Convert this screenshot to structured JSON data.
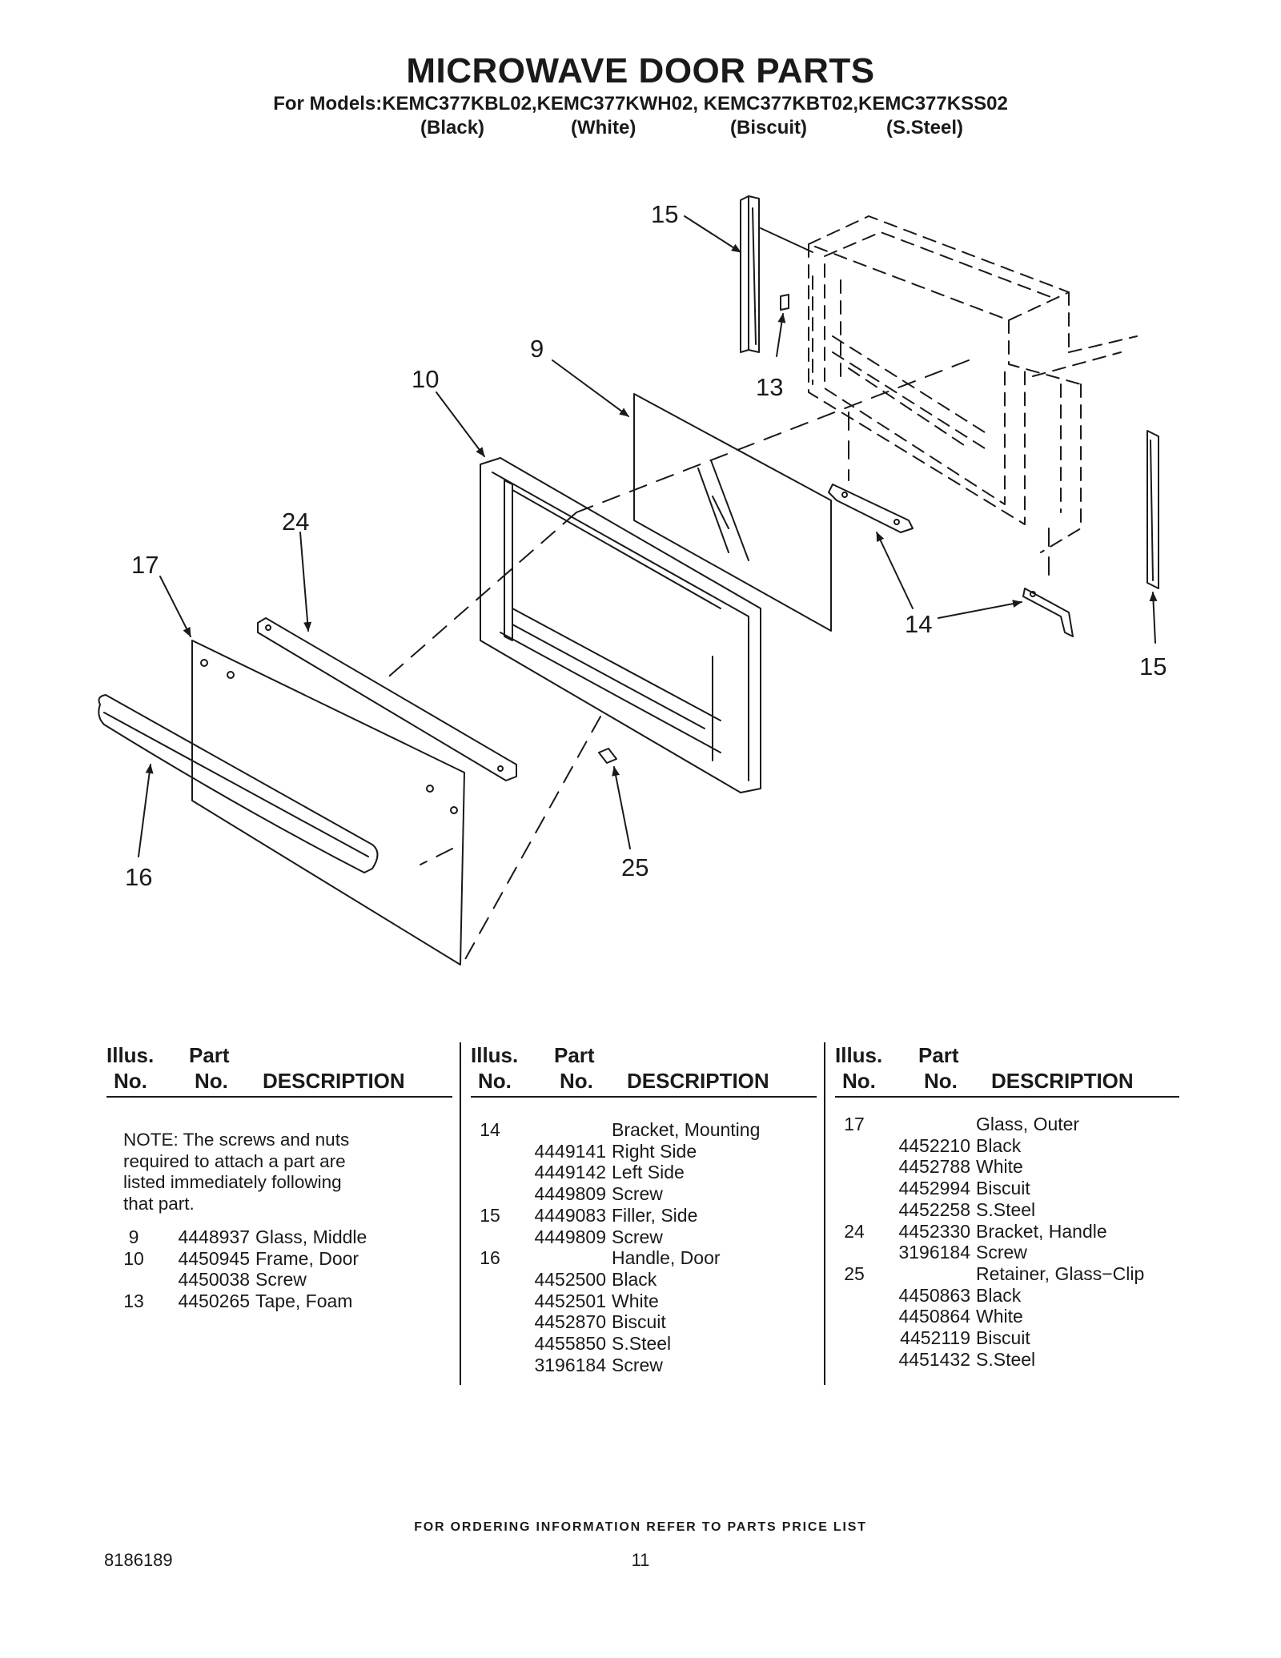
{
  "header": {
    "title": "MICROWAVE DOOR PARTS",
    "models": "For Models:KEMC377KBL02,KEMC377KWH02, KEMC377KBT02,KEMC377KSS02",
    "variants": [
      "(Black)",
      "(White)",
      "(Biscuit)",
      "(S.Steel)"
    ]
  },
  "diagram": {
    "callouts": [
      "15",
      "13",
      "9",
      "10",
      "24",
      "17",
      "14",
      "15",
      "16",
      "25"
    ]
  },
  "table": {
    "headers": {
      "illus_1": "Illus.",
      "illus_2": "No.",
      "part_1": "Part",
      "part_2": "No.",
      "description": "DESCRIPTION"
    },
    "note": [
      "NOTE: The screws and nuts",
      "required to attach a part are",
      "listed immediately following",
      "that part."
    ],
    "col1": [
      {
        "illus": "9",
        "part": "4448937",
        "desc": "Glass, Middle"
      },
      {
        "illus": "10",
        "part": "4450945",
        "desc": "Frame, Door"
      },
      {
        "illus": "",
        "part": "4450038",
        "desc": "Screw"
      },
      {
        "illus": "13",
        "part": "4450265",
        "desc": "Tape, Foam"
      }
    ],
    "col2": [
      {
        "illus": "14",
        "part": "",
        "desc": "Bracket, Mounting"
      },
      {
        "illus": "",
        "part": "4449141",
        "desc": "Right Side"
      },
      {
        "illus": "",
        "part": "4449142",
        "desc": "Left Side"
      },
      {
        "illus": "",
        "part": "4449809",
        "desc": "Screw"
      },
      {
        "illus": "15",
        "part": "4449083",
        "desc": "Filler, Side"
      },
      {
        "illus": "",
        "part": "4449809",
        "desc": "Screw"
      },
      {
        "illus": "16",
        "part": "",
        "desc": "Handle, Door"
      },
      {
        "illus": "",
        "part": "4452500",
        "desc": "Black"
      },
      {
        "illus": "",
        "part": "4452501",
        "desc": "White"
      },
      {
        "illus": "",
        "part": "4452870",
        "desc": "Biscuit"
      },
      {
        "illus": "",
        "part": "4455850",
        "desc": "S.Steel"
      },
      {
        "illus": "",
        "part": "3196184",
        "desc": "Screw"
      }
    ],
    "col3": [
      {
        "illus": "17",
        "part": "",
        "desc": "Glass, Outer"
      },
      {
        "illus": "",
        "part": "4452210",
        "desc": "Black"
      },
      {
        "illus": "",
        "part": "4452788",
        "desc": "White"
      },
      {
        "illus": "",
        "part": "4452994",
        "desc": "Biscuit"
      },
      {
        "illus": "",
        "part": "4452258",
        "desc": "S.Steel"
      },
      {
        "illus": "24",
        "part": "4452330",
        "desc": "Bracket, Handle"
      },
      {
        "illus": "",
        "part": "3196184",
        "desc": "Screw"
      },
      {
        "illus": "25",
        "part": "",
        "desc": "Retainer, Glass−Clip"
      },
      {
        "illus": "",
        "part": "4450863",
        "desc": "Black"
      },
      {
        "illus": "",
        "part": "4450864",
        "desc": "White"
      },
      {
        "illus": "",
        "part": "4452119",
        "desc": "Biscuit"
      },
      {
        "illus": "",
        "part": "4451432",
        "desc": "S.Steel"
      }
    ]
  },
  "footer": {
    "ordering": "FOR ORDERING INFORMATION REFER TO PARTS PRICE LIST",
    "doc_number": "8186189",
    "page_number": "11"
  }
}
